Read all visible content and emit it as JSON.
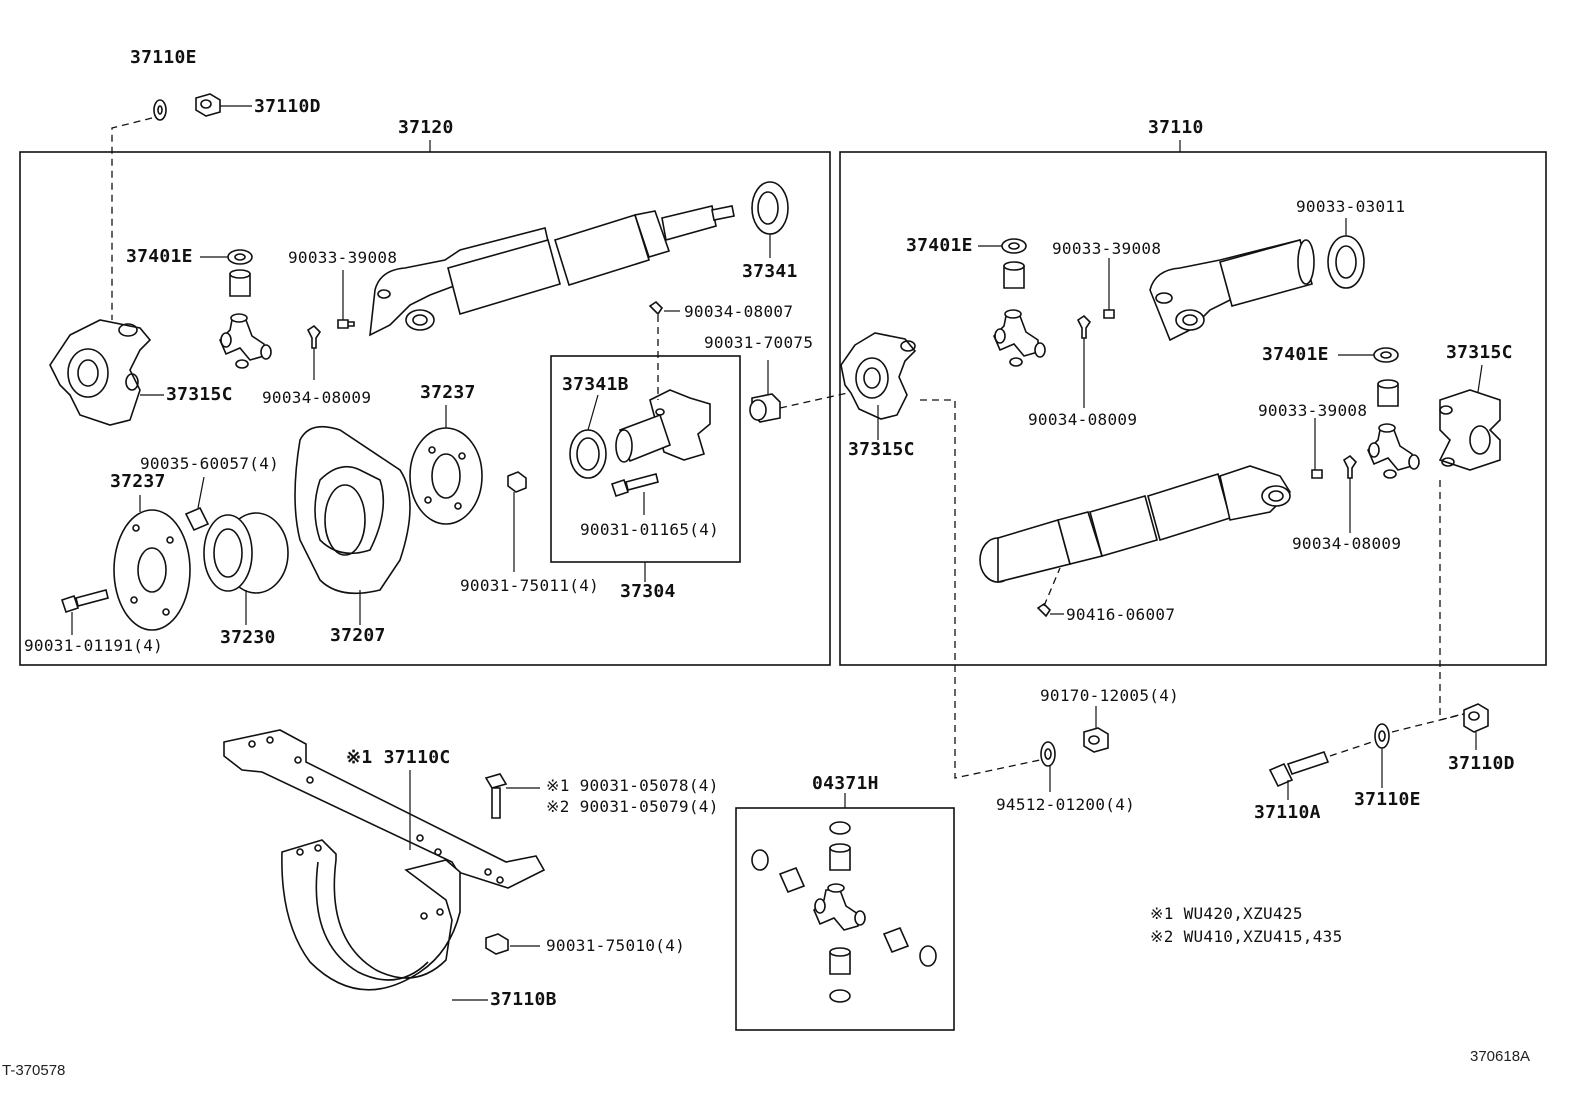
{
  "groups": {
    "g37120": "37120",
    "g37110": "37110",
    "g37304": "37304",
    "g04371h": "04371H"
  },
  "labels": {
    "l_37110e_top": "37110E",
    "l_37110d_top": "37110D",
    "l_37401e_left": "37401E",
    "l_90033_39008_a": "90033-39008",
    "l_37341": "37341",
    "l_90034_08007": "90034-08007",
    "l_90031_70075": "90031-70075",
    "l_37315c_left": "37315C",
    "l_90034_08009_a": "90034-08009",
    "l_37237_top": "37237",
    "l_37341b": "37341B",
    "l_90035_60057": "90035-60057(4)",
    "l_37237_left": "37237",
    "l_90031_01165": "90031-01165(4)",
    "l_90031_75011": "90031-75011(4)",
    "l_90031_01191": "90031-01191(4)",
    "l_37230": "37230",
    "l_37207": "37207",
    "l_37401e_right": "37401E",
    "l_90033_39008_b": "90033-39008",
    "l_90033_03011": "90033-03011",
    "l_37315c_mid": "37315C",
    "l_90034_08009_b": "90034-08009",
    "l_37401e_right2": "37401E",
    "l_37315c_right": "37315C",
    "l_90033_39008_c": "90033-39008",
    "l_90034_08009_c": "90034-08009",
    "l_90416_06007": "90416-06007",
    "l_90170_12005": "90170-12005(4)",
    "l_94512_01200": "94512-01200(4)",
    "l_37110a": "37110A",
    "l_37110e_bottom": "37110E",
    "l_37110d_bottom": "37110D",
    "l_37110c": "※1 37110C",
    "l_90031_05078": "※1 90031-05078(4)",
    "l_90031_05079": "※2 90031-05079(4)",
    "l_90031_75010": "90031-75010(4)",
    "l_37110b": "37110B"
  },
  "notes": {
    "note1": "※1 WU420,XZU425",
    "note2": "※2 WU410,XZU415,435"
  },
  "footer": {
    "left_id": "T-370578",
    "right_id": "370618A"
  }
}
